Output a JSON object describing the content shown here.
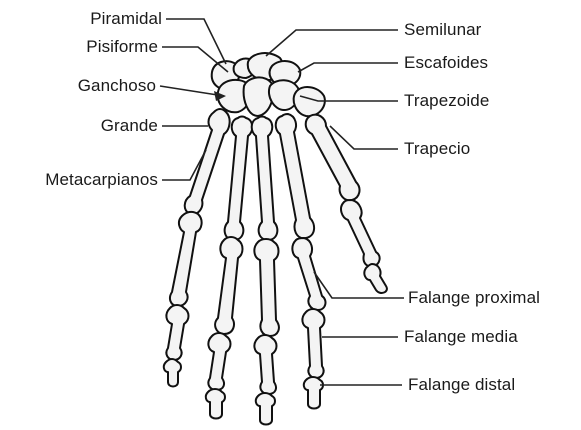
{
  "diagram": {
    "labels_left": {
      "piramidal": "Piramidal",
      "pisiforme": "Pisiforme",
      "ganchoso": "Ganchoso",
      "grande": "Grande",
      "metacarpianos": "Metacarpianos"
    },
    "labels_right": {
      "semilunar": "Semilunar",
      "escafoides": "Escafoides",
      "trapezoide": "Trapezoide",
      "trapecio": "Trapecio",
      "falange_proximal": "Falange proximal",
      "falange_media": "Falange media",
      "falange_distal": "Falange distal"
    },
    "colors": {
      "line": "#222222",
      "bone_fill": "#f4f4f4",
      "bone_stroke": "#111111"
    }
  }
}
